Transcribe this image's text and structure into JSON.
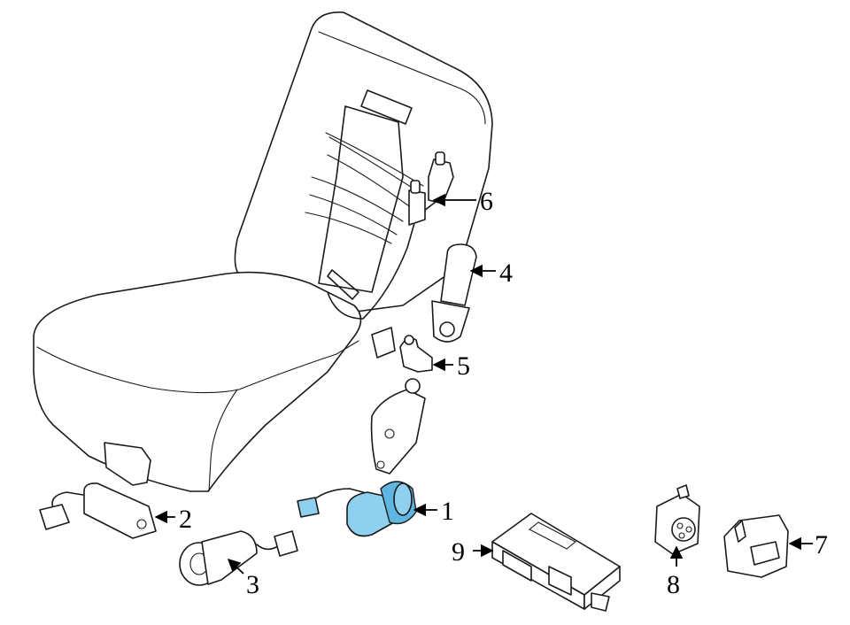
{
  "colors": {
    "highlight": "#8fd0ee",
    "line": "#1a1a1a",
    "background": "#ffffff"
  },
  "callouts": [
    {
      "id": "1",
      "label": "1"
    },
    {
      "id": "2",
      "label": "2"
    },
    {
      "id": "3",
      "label": "3"
    },
    {
      "id": "4",
      "label": "4"
    },
    {
      "id": "5",
      "label": "5"
    },
    {
      "id": "6",
      "label": "6"
    },
    {
      "id": "7",
      "label": "7"
    },
    {
      "id": "8",
      "label": "8"
    },
    {
      "id": "9",
      "label": "9"
    }
  ],
  "highlighted_part": "1"
}
